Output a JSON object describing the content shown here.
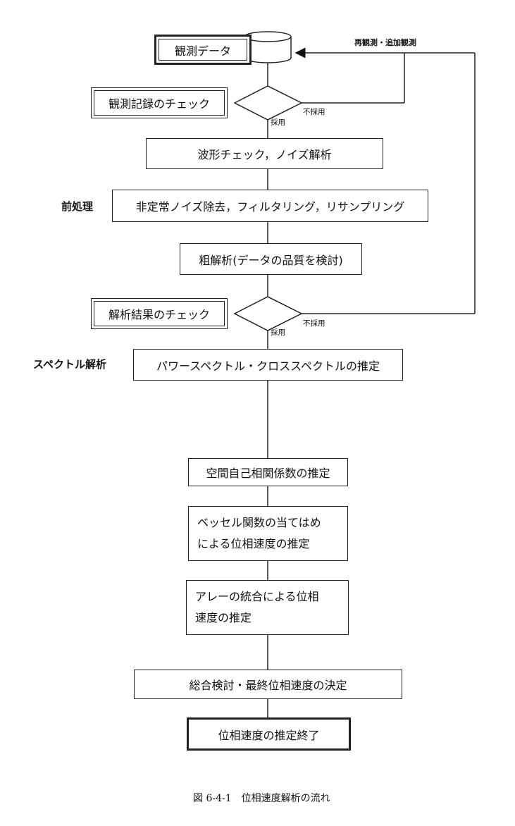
{
  "boxes": {
    "observation_data": "観測データ",
    "record_check": "観測記録のチェック",
    "waveform_check": "波形チェック，ノイズ解析",
    "preprocess": "非定常ノイズ除去，フィルタリング，リサンプリング",
    "rough_analysis": "粗解析(データの品質を検討)",
    "result_check": "解析結果のチェック",
    "spectrum_estimate": "パワースペクトル・クロススペクトルの推定",
    "spatial_autocorr": "空間自己相関係数の推定",
    "bessel_fit": "ベッセル関数の当てはめ\nによる位相速度の推定",
    "array_integration": "アレーの統合による位相\n速度の推定",
    "final_decision": "総合検討・最終位相速度の決定",
    "end": "位相速度の推定終了"
  },
  "side_labels": {
    "preprocessing": "前処理",
    "spectral_analysis": "スペクトル解析"
  },
  "branch_labels": {
    "adopt_1": "採用",
    "reject_1": "不採用",
    "adopt_2": "採用",
    "reject_2": "不採用",
    "reobserve": "再観測・追加観測"
  },
  "caption": "図 6-4-1　位相速度解析の流れ"
}
